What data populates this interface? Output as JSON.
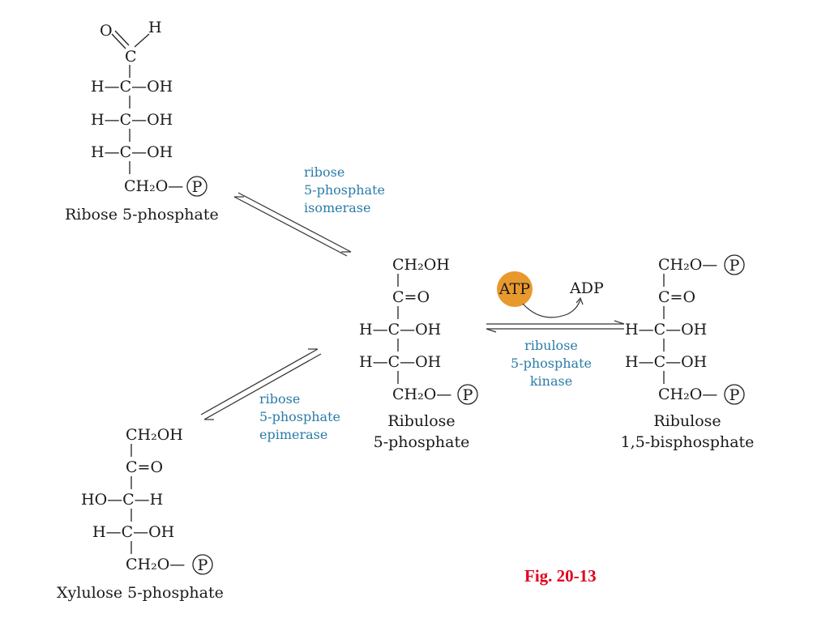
{
  "colors": {
    "text": "#1a1a1a",
    "enzyme": "#2a7ca8",
    "atp_fill": "#e8992e",
    "figure_label": "#e0001b"
  },
  "molecules": {
    "ribose5p": {
      "name": "Ribose 5-phosphate",
      "o_top": "O",
      "h_top": "H",
      "c_top": "C",
      "row1": "H—C—OH",
      "row2": "H—C—OH",
      "row3": "H—C—OH",
      "bottom": "CH₂O—",
      "phosphate": "P"
    },
    "ribulose5p": {
      "name_line1": "Ribulose",
      "name_line2": "5-phosphate",
      "top": "CH₂OH",
      "keto": "C=O",
      "row1": "H—C—OH",
      "row2": "H—C—OH",
      "bottom": "CH₂O—",
      "phosphate": "P"
    },
    "ribulose15bp": {
      "name_line1": "Ribulose",
      "name_line2": "1,5-bisphosphate",
      "top": "CH₂O—",
      "top_phosphate": "P",
      "keto": "C=O",
      "row1": "H—C—OH",
      "row2": "H—C—OH",
      "bottom": "CH₂O—",
      "phosphate": "P"
    },
    "xylulose5p": {
      "name": "Xylulose 5-phosphate",
      "top": "CH₂OH",
      "keto": "C=O",
      "row1": "HO—C—H",
      "row2": "H—C—OH",
      "bottom": "CH₂O—",
      "phosphate": "P"
    }
  },
  "enzymes": {
    "isomerase": [
      "ribose",
      "5-phosphate",
      "isomerase"
    ],
    "epimerase": [
      "ribose",
      "5-phosphate",
      "epimerase"
    ],
    "kinase": [
      "ribulose",
      "5-phosphate",
      "kinase"
    ]
  },
  "cofactors": {
    "atp": "ATP",
    "adp": "ADP"
  },
  "figure_label": "Fig. 20-13"
}
